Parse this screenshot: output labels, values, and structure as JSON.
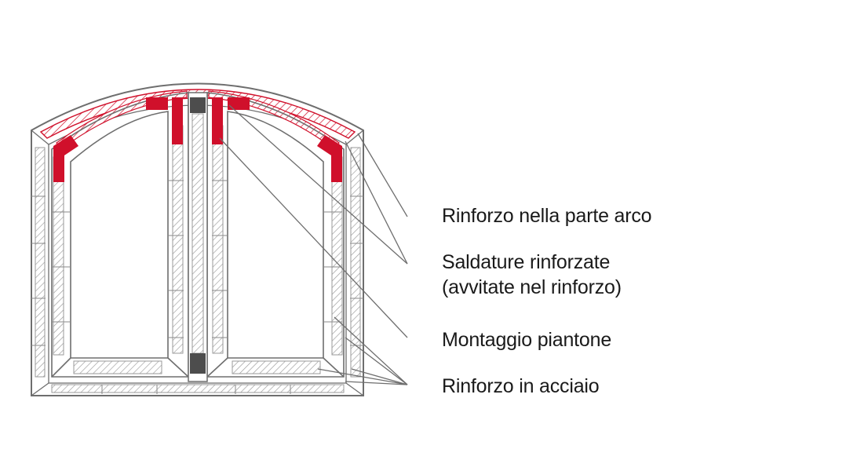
{
  "labels": {
    "arch_reinforcement": "Rinforzo nella parte arco",
    "welds_line1": "Saldature rinforzate",
    "welds_line2": "(avvitate nel rinforzo)",
    "mullion_mount": "Montaggio piantone",
    "steel_reinforcement": "Rinforzo in acciaio"
  },
  "colors": {
    "outline": "#6e6e6e",
    "accent": "#d0102b",
    "mullion": "#4d4d4d",
    "hatch": "#9a9a9a",
    "text": "#1a1a1a"
  }
}
